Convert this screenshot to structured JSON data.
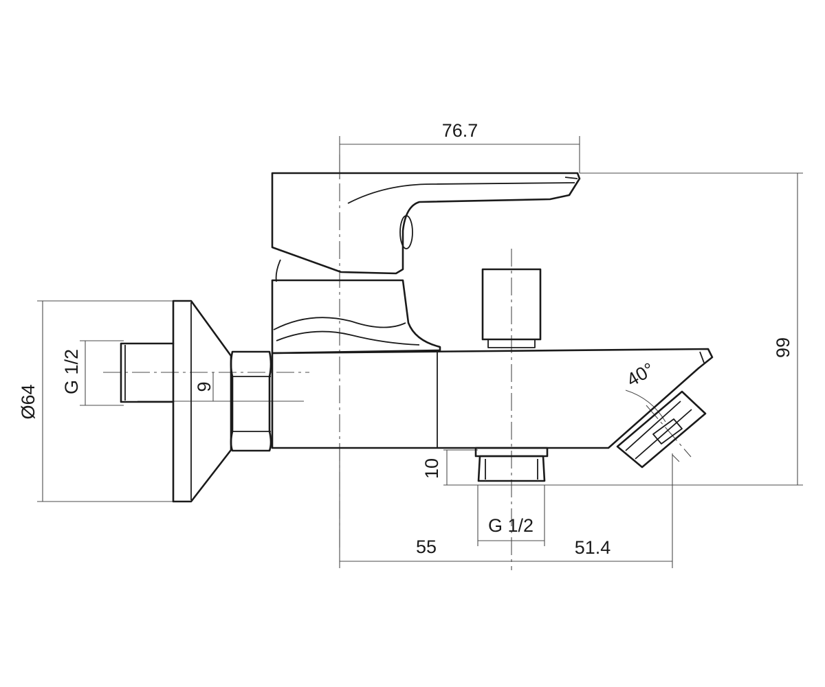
{
  "dimensions": {
    "top_width": "76.7",
    "height": "99",
    "flange_diameter": "Ø64",
    "inlet_thread": "G 1/2",
    "inlet_offset": "9",
    "outlet_height": "10",
    "outlet_thread": "G 1/2",
    "left_length": "55",
    "right_length": "51.4",
    "spout_angle": "40°"
  }
}
